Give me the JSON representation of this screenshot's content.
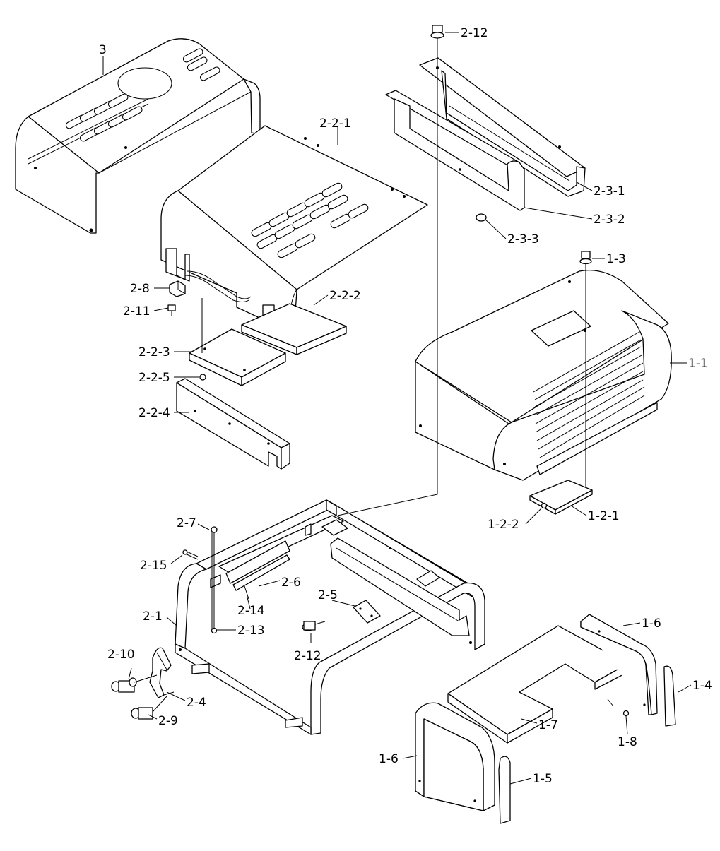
{
  "callouts": [
    {
      "id": "3",
      "label": "3"
    },
    {
      "id": "2-2-1",
      "label": "2-2-1"
    },
    {
      "id": "2-12-top",
      "label": "2-12"
    },
    {
      "id": "2-3-1",
      "label": "2-3-1"
    },
    {
      "id": "2-3-2",
      "label": "2-3-2"
    },
    {
      "id": "2-3-3",
      "label": "2-3-3"
    },
    {
      "id": "1-3",
      "label": "1-3"
    },
    {
      "id": "1-1",
      "label": "1-1"
    },
    {
      "id": "2-8",
      "label": "2-8"
    },
    {
      "id": "2-11",
      "label": "2-11"
    },
    {
      "id": "2-2-2",
      "label": "2-2-2"
    },
    {
      "id": "2-2-3",
      "label": "2-2-3"
    },
    {
      "id": "2-2-5",
      "label": "2-2-5"
    },
    {
      "id": "2-2-4",
      "label": "2-2-4"
    },
    {
      "id": "1-2-1",
      "label": "1-2-1"
    },
    {
      "id": "1-2-2",
      "label": "1-2-2"
    },
    {
      "id": "2-7",
      "label": "2-7"
    },
    {
      "id": "2-15",
      "label": "2-15"
    },
    {
      "id": "2-6",
      "label": "2-6"
    },
    {
      "id": "2-14",
      "label": "2-14"
    },
    {
      "id": "2-5",
      "label": "2-5"
    },
    {
      "id": "2-1",
      "label": "2-1"
    },
    {
      "id": "2-13",
      "label": "2-13"
    },
    {
      "id": "2-12-mid",
      "label": "2-12"
    },
    {
      "id": "2-10",
      "label": "2-10"
    },
    {
      "id": "2-4",
      "label": "2-4"
    },
    {
      "id": "2-9",
      "label": "2-9"
    },
    {
      "id": "1-6-right",
      "label": "1-6"
    },
    {
      "id": "1-4",
      "label": "1-4"
    },
    {
      "id": "1-7",
      "label": "1-7"
    },
    {
      "id": "1-8",
      "label": "1-8"
    },
    {
      "id": "1-6-left",
      "label": "1-6"
    },
    {
      "id": "1-5",
      "label": "1-5"
    }
  ]
}
